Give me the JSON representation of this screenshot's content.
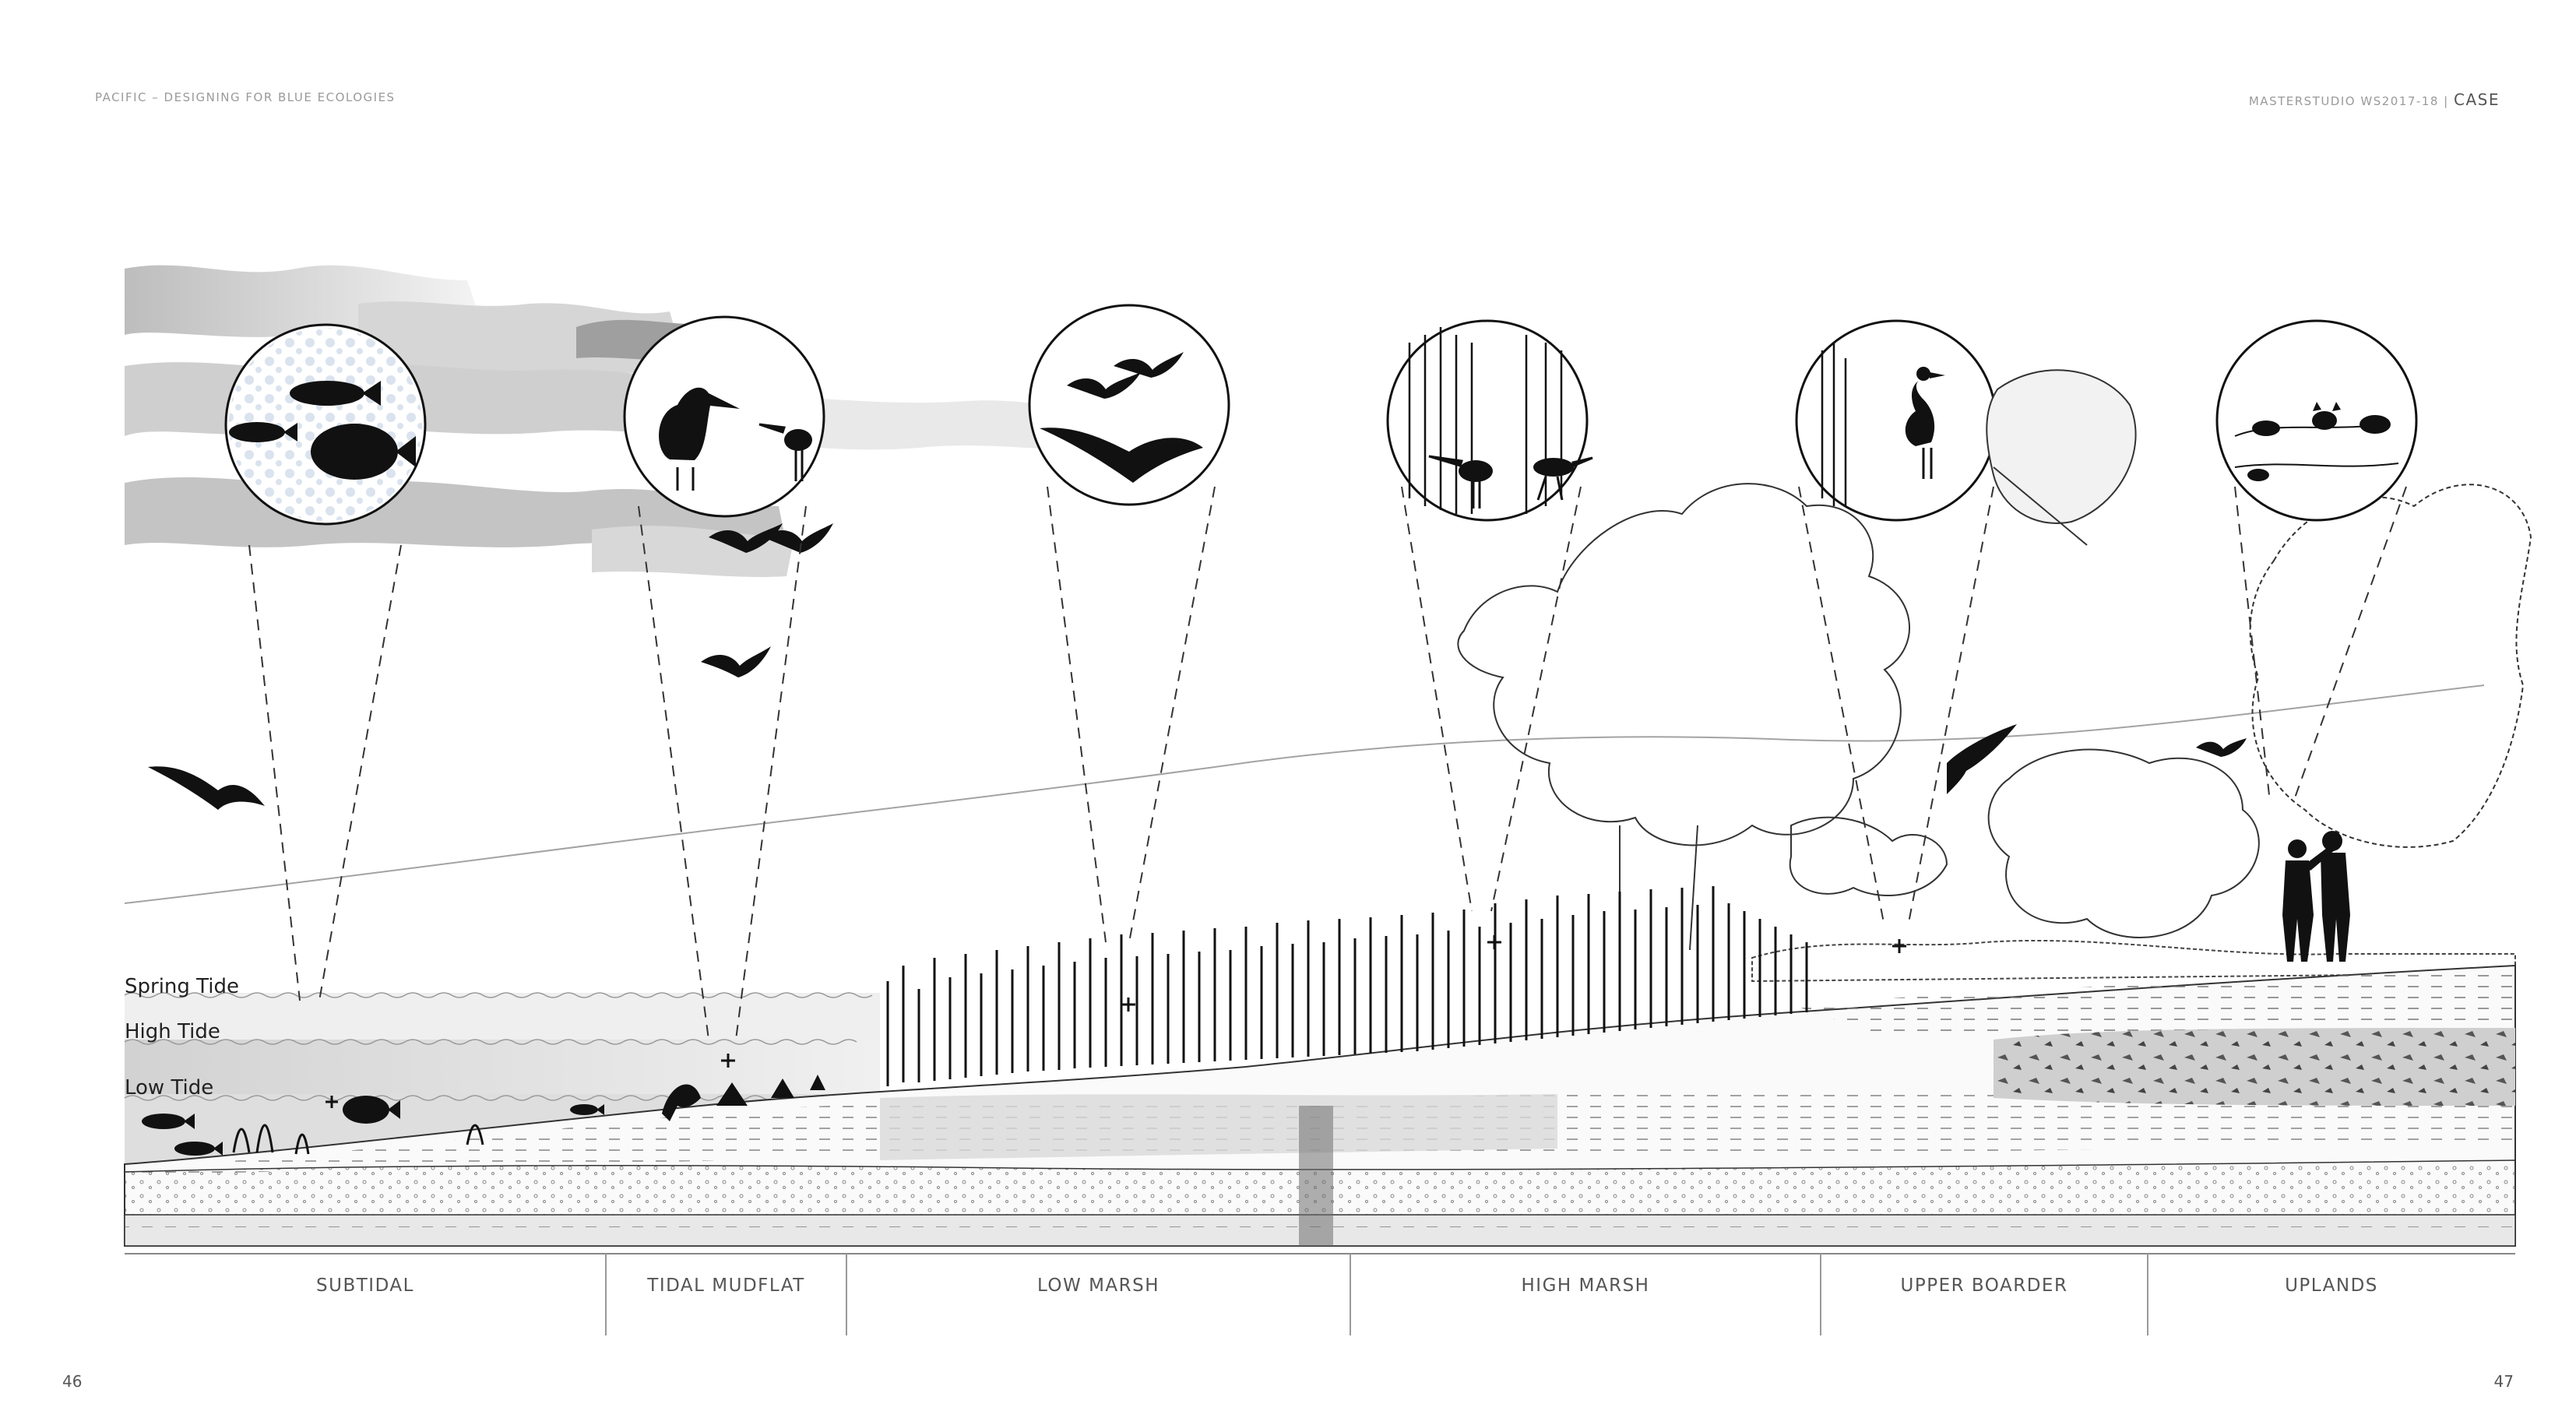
{
  "header": {
    "left": "PACIFIC – DESIGNING FOR BLUE ECOLOGIES",
    "right": "MASTERSTUDIO WS2017-18",
    "right_separator": "|",
    "right_tag": "CASE"
  },
  "page_numbers": {
    "left": "46",
    "right": "47"
  },
  "tide_labels": {
    "spring": "Spring Tide",
    "high": "High Tide",
    "low": "Low Tide"
  },
  "zones": [
    {
      "label": "SUBTIDAL"
    },
    {
      "label": "TIDAL MUDFLAT"
    },
    {
      "label": "LOW MARSH"
    },
    {
      "label": "HIGH MARSH"
    },
    {
      "label": "UPPER BOARDER"
    },
    {
      "label": "UPLANDS"
    }
  ],
  "vignettes": [
    {
      "name": "subtidal-fish-vignette",
      "icon": "fish-icon"
    },
    {
      "name": "mudflat-pelican-vignette",
      "icon": "pelican-icon"
    },
    {
      "name": "lowmarsh-birds-vignette",
      "icon": "flying-bird-icon"
    },
    {
      "name": "highmarsh-shorebird-vignette",
      "icon": "shorebird-icon"
    },
    {
      "name": "upperborder-heron-vignette",
      "icon": "heron-icon"
    },
    {
      "name": "uplands-mammals-vignette",
      "icon": "mammal-icon"
    }
  ],
  "colors": {
    "ink": "#1a1a1a",
    "water_light": "#e6e6e6",
    "water_mid": "#c8c8c8",
    "sediment": "#f2f2f2",
    "line_gray": "#9a9a9a"
  }
}
